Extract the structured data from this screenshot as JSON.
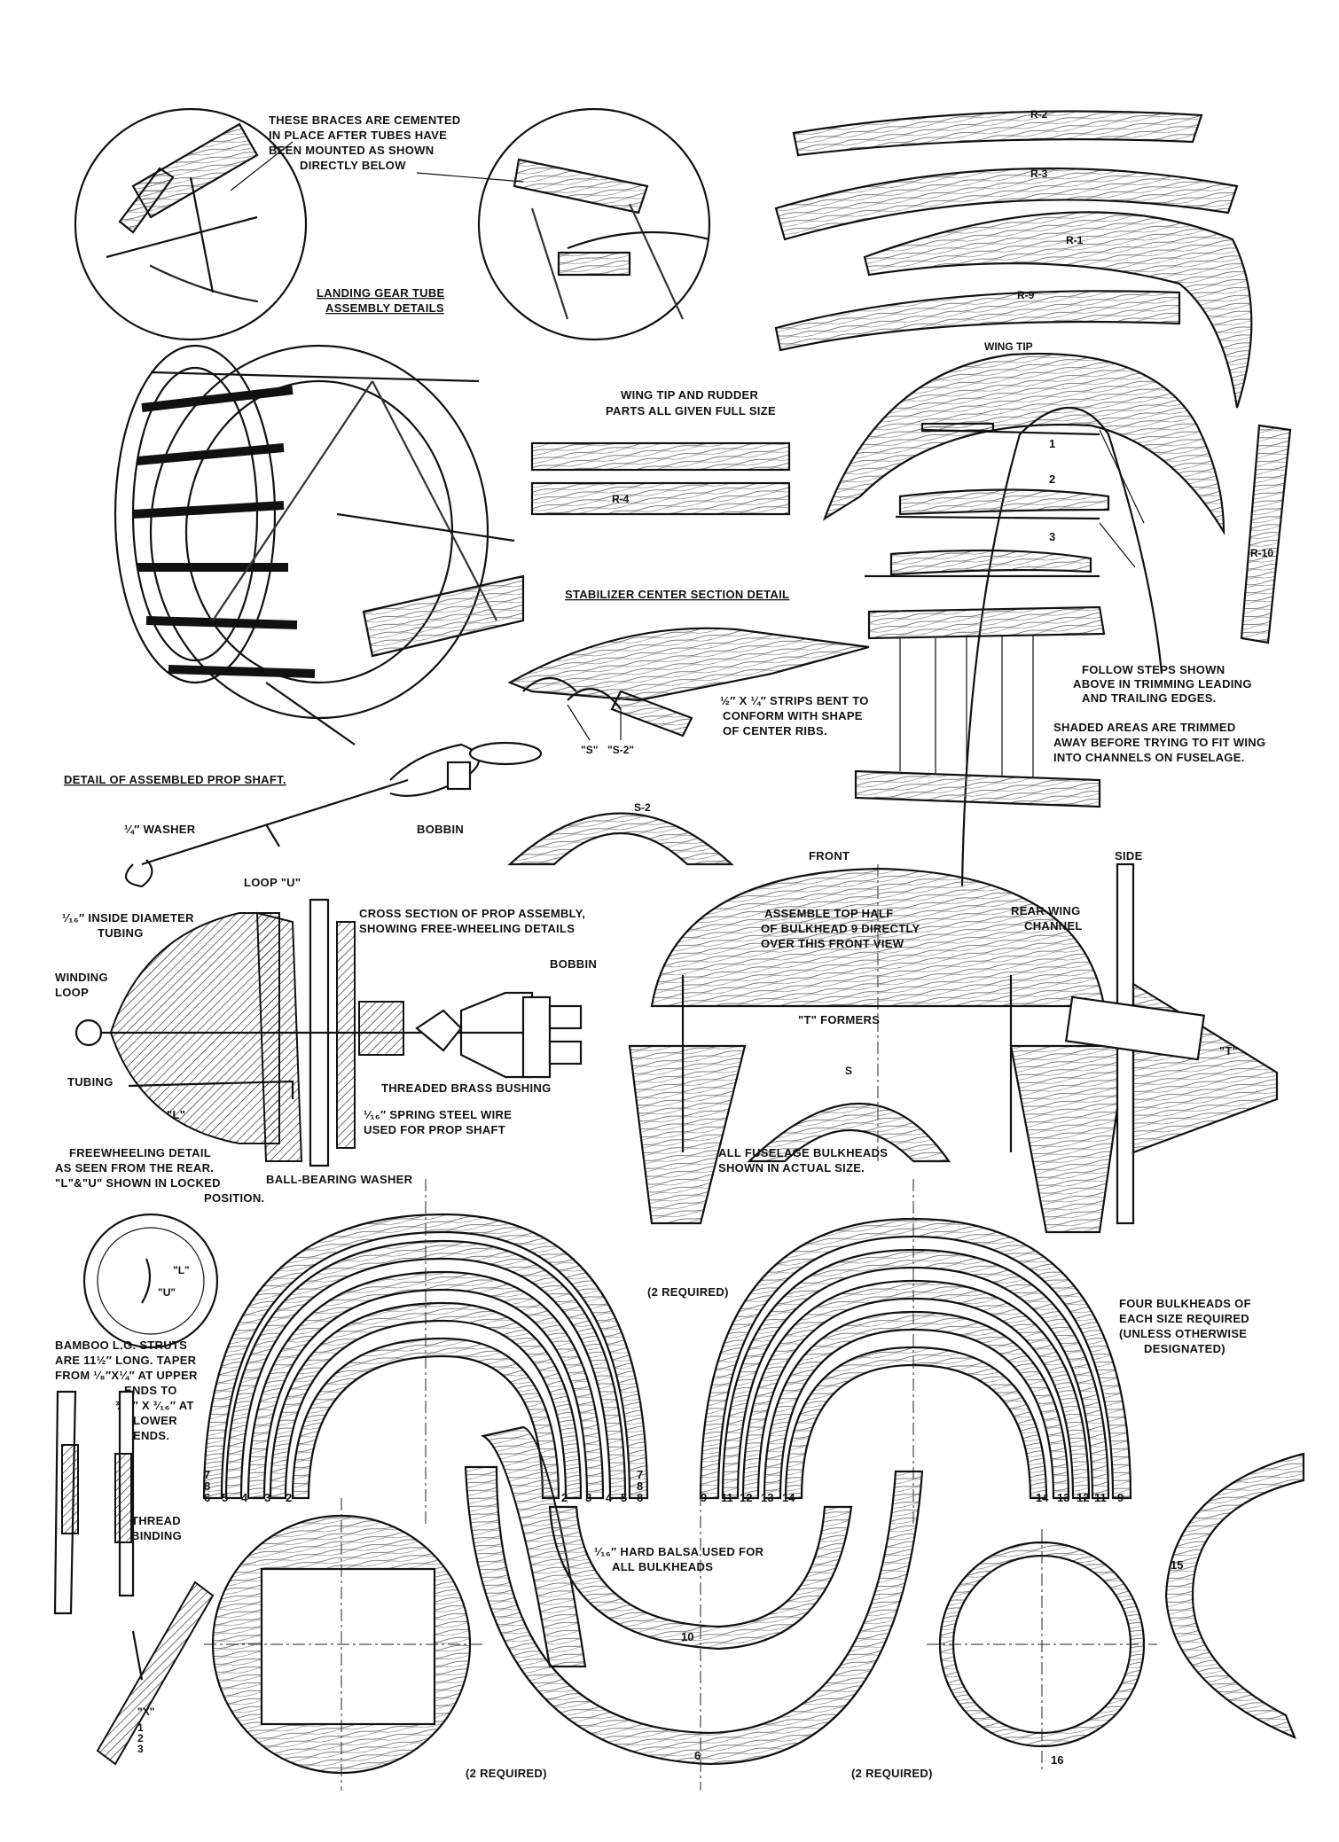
{
  "callouts": {
    "braces_note": [
      "THESE BRACES ARE CEMENTED",
      "IN PLACE AFTER TUBES HAVE",
      "BEEN MOUNTED AS SHOWN",
      "DIRECTLY BELOW"
    ],
    "landing_gear_title": [
      "LANDING GEAR TUBE",
      "ASSEMBLY DETAILS"
    ],
    "wing_tip_rudder_note": [
      "WING TIP AND RUDDER",
      "PARTS ALL GIVEN FULL SIZE"
    ],
    "stabilizer_title": "STABILIZER CENTER SECTION DETAIL",
    "strips_note": [
      "½″ X ¼″ STRIPS BENT TO",
      "CONFORM WITH SHAPE",
      "OF CENTER RIBS."
    ],
    "follow_steps_note": [
      "FOLLOW STEPS SHOWN",
      "ABOVE IN TRIMMING LEADING",
      "AND TRAILING EDGES."
    ],
    "shaded_areas_note": [
      "SHADED AREAS ARE TRIMMED",
      "AWAY BEFORE TRYING TO FIT WING",
      "INTO CHANNELS ON FUSELAGE."
    ],
    "prop_shaft_title": "DETAIL OF ASSEMBLED PROP SHAFT.",
    "washer": "¼″ WASHER",
    "bobbin_top": "BOBBIN",
    "loop_u": "LOOP \"U\"",
    "inside_diameter": [
      "¹⁄₁₆″ INSIDE DIAMETER",
      "TUBING"
    ],
    "winding_loop": [
      "WINDING",
      "LOOP"
    ],
    "tubing": "TUBING",
    "l_label": "\"L\"",
    "cross_section_note": [
      "CROSS SECTION OF PROP ASSEMBLY,",
      "SHOWING FREE-WHEELING DETAILS"
    ],
    "bobbin_mid": "BOBBIN",
    "threaded_bushing": "THREADED BRASS BUSHING",
    "spring_steel": [
      "¹⁄₁₆″ SPRING STEEL WIRE",
      "USED FOR PROP SHAFT"
    ],
    "freewheeling_note": [
      "FREEWHEELING DETAIL",
      "AS SEEN FROM THE REAR.",
      "\"L\"&\"U\" SHOWN IN LOCKED",
      "POSITION."
    ],
    "ball_bearing": "BALL-BEARING WASHER",
    "front": "FRONT",
    "side": "SIDE",
    "assemble_note": [
      "ASSEMBLE TOP HALF",
      "OF BULKHEAD 9 DIRECTLY",
      "OVER THIS FRONT VIEW"
    ],
    "rear_wing_channel": [
      "REAR WING",
      "CHANNEL"
    ],
    "t_formers": "\"T\" FORMERS",
    "t_label": "\"T\"",
    "all_bulkheads_note": [
      "ALL FUSELAGE BULKHEADS",
      "SHOWN IN ACTUAL SIZE."
    ],
    "two_required_mid": "(2 REQUIRED)",
    "four_bulkheads_note": [
      "FOUR BULKHEADS OF",
      "EACH SIZE REQUIRED",
      "(UNLESS OTHERWISE",
      "DESIGNATED)"
    ],
    "bamboo_note": [
      "BAMBOO L.G. STRUTS",
      "ARE 11½″ LONG. TAPER",
      "FROM ¹⁄₈″X¼″ AT UPPER",
      "ENDS TO",
      "³⁄₃₂″ X ³⁄₁₆″ AT",
      "LOWER",
      "ENDS."
    ],
    "thread_binding": [
      "THREAD",
      "BINDING"
    ],
    "hard_balsa": [
      "¹⁄₁₆″ HARD BALSA USED FOR",
      "ALL BULKHEADS"
    ],
    "two_required_left": "(2 REQUIRED)",
    "two_required_right": "(2 REQUIRED)",
    "x_label": "\"X\""
  },
  "part_labels": {
    "r2": "R-2",
    "r3": "R-3",
    "r1": "R-1",
    "r9": "R-9",
    "wing_tip": "WING TIP",
    "r4": "R-4",
    "r10": "R-10",
    "step1": "1",
    "step2": "2",
    "step3": "3",
    "s": "\"S\"",
    "s2q": "\"S-2\"",
    "s2": "S-2",
    "s_arch": "S",
    "l_small": "\"L\"",
    "u_small": "\"U\"",
    "b10": "10",
    "b6": "6",
    "b16": "16",
    "b15": "15",
    "strut_1": "1",
    "strut_2": "2",
    "strut_3": "3"
  },
  "bulkhead_numbers": {
    "left_group": [
      "7",
      "8",
      "6",
      "5",
      "4",
      "3",
      "2"
    ],
    "left_group_right": [
      "2",
      "3",
      "4",
      "5",
      "8",
      "7",
      "8"
    ],
    "right_group": [
      "9",
      "11",
      "12",
      "13",
      "14"
    ],
    "right_group_right": [
      "14",
      "13",
      "12",
      "11",
      "9"
    ]
  },
  "colors": {
    "ink": "#111111",
    "paper": "#ffffff"
  },
  "icons": [
    "prop-assembly-drawing",
    "bulkhead-arch-drawing",
    "wing-part-drawing"
  ]
}
